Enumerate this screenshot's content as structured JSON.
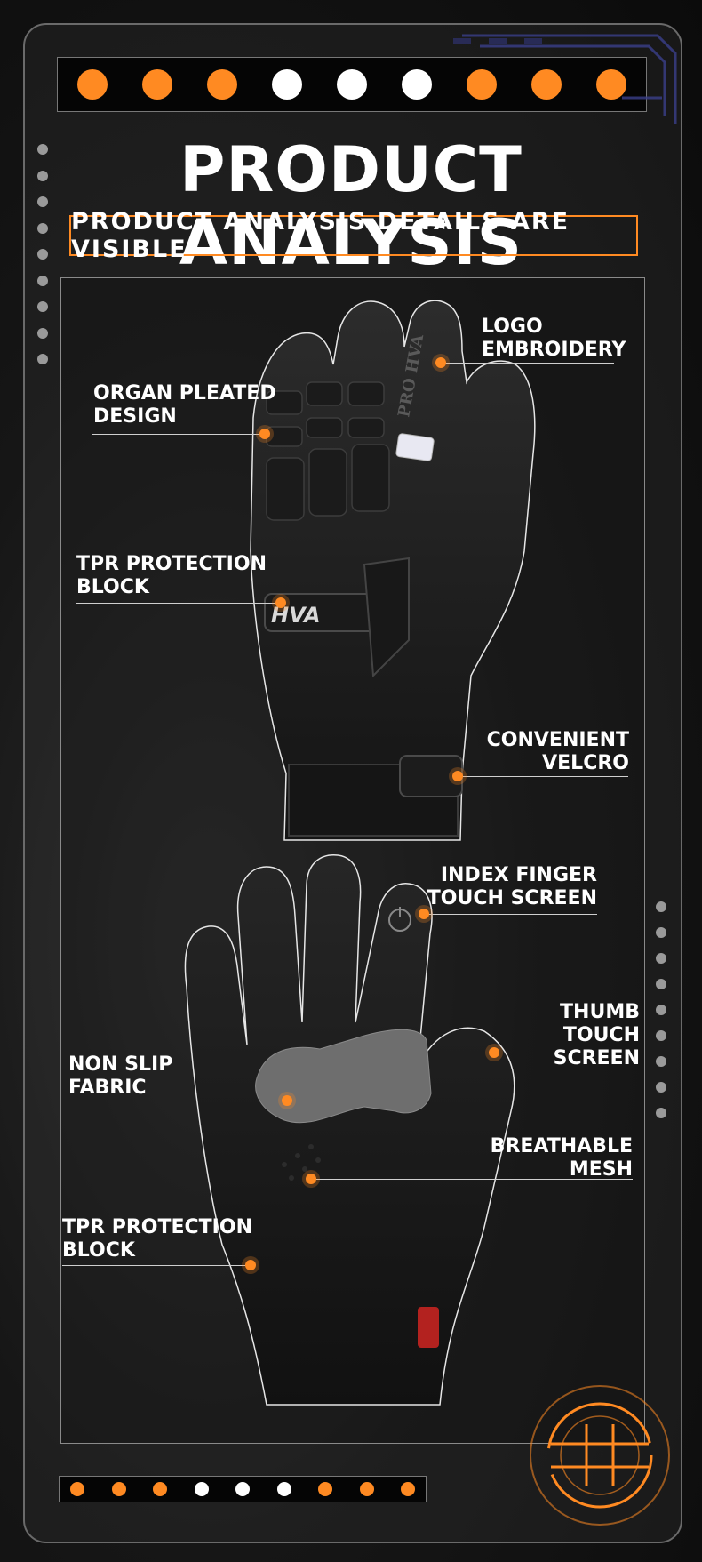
{
  "title": "PRODUCT ANALYSIS",
  "subtitle": "PRODUCT ANALYSIS DETAILS ARE VISIBLE",
  "colors": {
    "accent": "#ff8a22",
    "background": "#111111",
    "text": "#ffffff",
    "frame": "#6a6a6a"
  },
  "top_dots": [
    "orange",
    "orange",
    "orange",
    "white",
    "white",
    "white",
    "orange",
    "orange",
    "orange"
  ],
  "bottom_dots": [
    "orange",
    "orange",
    "orange",
    "white",
    "white",
    "white",
    "orange",
    "orange",
    "orange"
  ],
  "brand": "HVA",
  "logo_text": "PRO HVA",
  "features": {
    "logo_embroidery": [
      "LOGO",
      "EMBROIDERY"
    ],
    "organ_pleated": [
      "ORGAN PLEATED",
      "DESIGN"
    ],
    "tpr_back": [
      "TPR PROTECTION",
      "BLOCK"
    ],
    "velcro": [
      "CONVENIENT",
      "VELCRO"
    ],
    "index_touch": [
      "INDEX FINGER",
      "TOUCH SCREEN"
    ],
    "thumb_touch": [
      "THUMB TOUCH",
      "SCREEN"
    ],
    "non_slip": [
      "NON SLIP",
      "FABRIC"
    ],
    "breathable": [
      "BREATHABLE",
      "MESH"
    ],
    "tpr_palm": [
      "TPR PROTECTION",
      "BLOCK"
    ]
  },
  "icons": [
    "power-icon",
    "crosshair-icon"
  ]
}
